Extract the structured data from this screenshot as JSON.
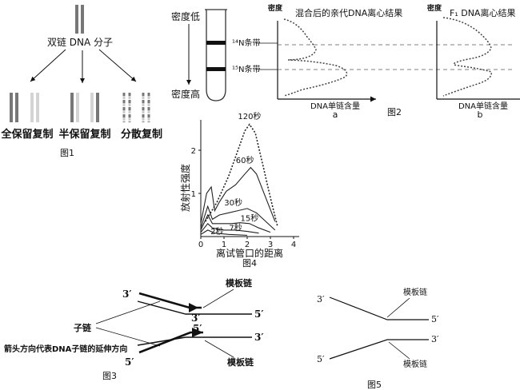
{
  "fig1": {
    "molecule_label": "双链 DNA 分子",
    "modes": [
      "全保留复制",
      "半保留复制",
      "分散复制"
    ],
    "caption": "图1"
  },
  "fig2": {
    "tube_low": "密度低",
    "tube_high": "密度高",
    "band_14n": "¹⁴N条带",
    "band_15n": "¹⁵N条带",
    "panel_a_title": "混合后的亲代DNA离心结果",
    "panel_b_title": "F₁ DNA离心结果",
    "y_axis_label": "密度",
    "x_axis_label_a": "DNA单链含量",
    "x_axis_label_b": "DNA单链含量",
    "label_a": "a",
    "label_b": "b",
    "caption": "图2"
  },
  "fig4": {
    "chart_data": {
      "type": "line",
      "xlabel": "离试管口的距离",
      "ylabel": "放射性强度",
      "x_ticks": [
        "0",
        "1",
        "2",
        "3",
        "4"
      ],
      "y_ticks": [
        "1",
        "2"
      ],
      "xlim": [
        0,
        4
      ],
      "ylim": [
        0,
        2.7
      ],
      "series": [
        {
          "name": "120秒",
          "dashed": true,
          "points": [
            [
              0.2,
              0.35
            ],
            [
              0.7,
              0.8
            ],
            [
              1.2,
              1.4
            ],
            [
              1.6,
              2.0
            ],
            [
              1.9,
              2.45
            ],
            [
              2.1,
              2.6
            ],
            [
              2.35,
              2.4
            ],
            [
              2.7,
              1.6
            ],
            [
              3.0,
              0.9
            ],
            [
              3.3,
              0.25
            ]
          ]
        },
        {
          "name": "60秒",
          "points": [
            [
              0,
              0.3
            ],
            [
              0.25,
              1.0
            ],
            [
              0.45,
              1.15
            ],
            [
              0.6,
              0.6
            ],
            [
              0.8,
              0.8
            ],
            [
              1.1,
              1.05
            ],
            [
              1.5,
              1.2
            ],
            [
              1.9,
              1.45
            ],
            [
              2.15,
              1.6
            ],
            [
              2.4,
              1.45
            ],
            [
              2.8,
              0.9
            ],
            [
              3.2,
              0.35
            ]
          ]
        },
        {
          "name": "30秒",
          "points": [
            [
              0,
              0.2
            ],
            [
              0.3,
              0.7
            ],
            [
              0.5,
              0.4
            ],
            [
              0.8,
              0.5
            ],
            [
              1.2,
              0.55
            ],
            [
              1.6,
              0.6
            ],
            [
              2.0,
              0.65
            ],
            [
              2.4,
              0.55
            ],
            [
              2.8,
              0.35
            ],
            [
              3.2,
              0.15
            ]
          ]
        },
        {
          "name": "15秒",
          "points": [
            [
              0,
              0.15
            ],
            [
              0.3,
              0.5
            ],
            [
              0.5,
              0.3
            ],
            [
              0.9,
              0.3
            ],
            [
              1.3,
              0.3
            ],
            [
              1.7,
              0.32
            ],
            [
              2.1,
              0.3
            ],
            [
              2.5,
              0.2
            ],
            [
              3.0,
              0.1
            ]
          ]
        },
        {
          "name": "7秒",
          "points": [
            [
              0,
              0.1
            ],
            [
              0.3,
              0.3
            ],
            [
              0.5,
              0.2
            ],
            [
              1.0,
              0.15
            ],
            [
              1.5,
              0.15
            ],
            [
              2.0,
              0.12
            ],
            [
              2.5,
              0.08
            ]
          ]
        },
        {
          "name": "2秒",
          "points": [
            [
              0,
              0.05
            ],
            [
              0.3,
              0.15
            ],
            [
              0.6,
              0.08
            ],
            [
              1.2,
              0.05
            ],
            [
              2.0,
              0.03
            ]
          ]
        }
      ]
    },
    "caption": "图4"
  },
  "fig3": {
    "p3_top_left": "3′",
    "p5_top_right": "5′",
    "p3_mid": "3′",
    "p5_mid": "5′",
    "p3_bot_right": "3′",
    "p5_bot_left": "5′",
    "template_top": "模板链",
    "template_bottom": "模板链",
    "daughter": "子链",
    "note": "箭头方向代表DNA子链的延伸方向",
    "caption": "图3"
  },
  "fig5": {
    "p3_top_left": "3′",
    "p5_right_top": "5′",
    "p3_right_bot": "3′",
    "p5_bot_left": "5′",
    "template_top": "模板链",
    "template_bottom": "模板链",
    "caption": "图5"
  }
}
